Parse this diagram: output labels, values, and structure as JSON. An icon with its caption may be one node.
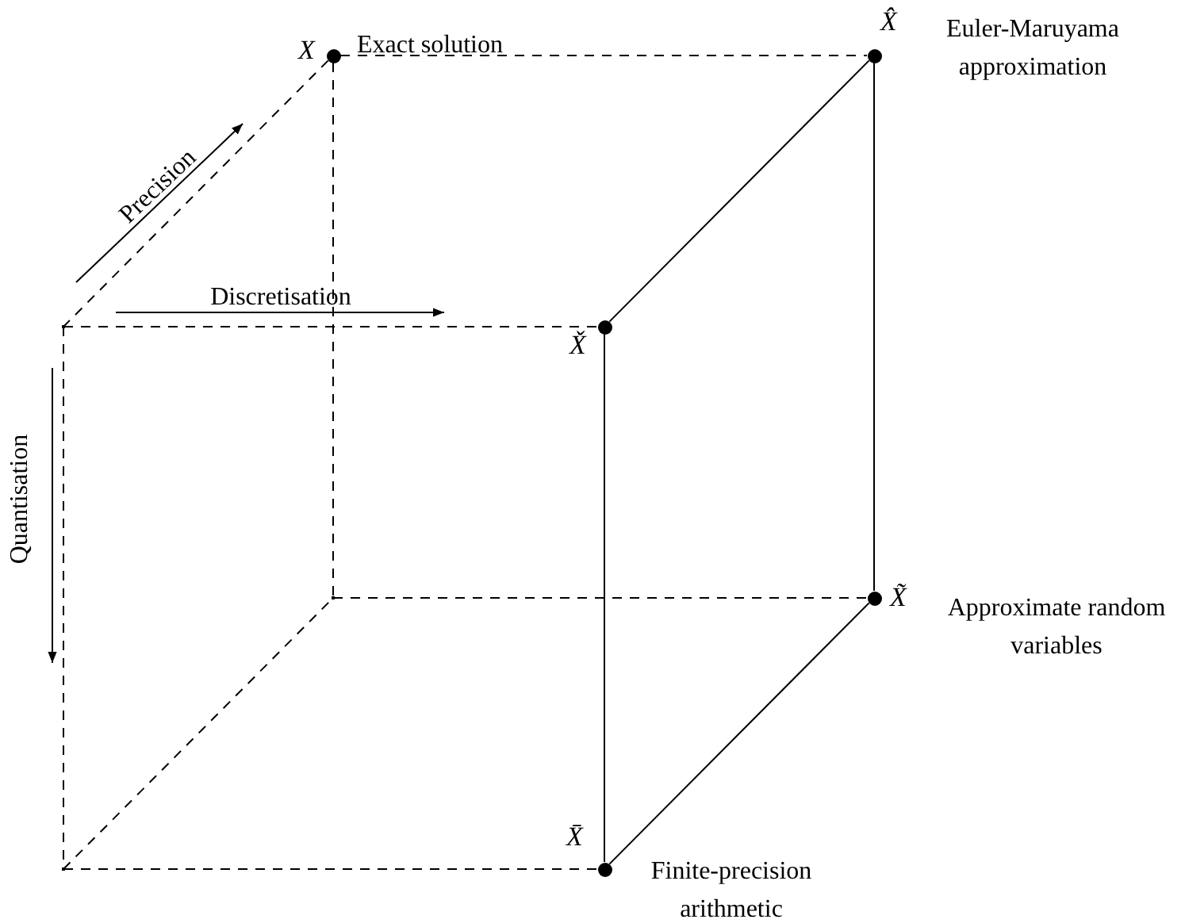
{
  "diagram": {
    "nodes": [
      {
        "text": [
          "X"
        ],
        "beside": [
          "Exact solution"
        ]
      },
      {
        "text": [
          "X̂"
        ],
        "beside": [
          "Euler-Maruyama approximation"
        ]
      },
      {
        "text": [],
        "shape": "corner"
      },
      {
        "text": [
          "X̌"
        ]
      },
      {
        "text": [],
        "shape": "corner"
      },
      {
        "text": [
          "X̃"
        ],
        "beside": [
          "Approximate random variables"
        ]
      },
      {
        "text": [],
        "shape": "corner"
      },
      {
        "text": [
          "X̄"
        ],
        "beside": [
          "Finite-precision arithmetic"
        ]
      }
    ],
    "edges": [
      {
        "from": 0,
        "to": 1,
        "arrow": "none",
        "style": "dashed"
      },
      {
        "from": 0,
        "to": 2,
        "arrow": "none",
        "style": "dashed"
      },
      {
        "from": 0,
        "to": 4,
        "arrow": "none",
        "style": "dashed"
      },
      {
        "from": 2,
        "to": 3,
        "arrow": "none",
        "style": "dashed"
      },
      {
        "from": 1,
        "to": 3,
        "arrow": "none"
      },
      {
        "from": 3,
        "to": 7,
        "arrow": "none"
      },
      {
        "from": 1,
        "to": 5,
        "arrow": "none"
      },
      {
        "from": 5,
        "to": 7,
        "arrow": "none"
      },
      {
        "from": 2,
        "to": 6,
        "arrow": "none",
        "style": "dashed"
      },
      {
        "from": 6,
        "to": 7,
        "arrow": "none",
        "style": "dashed"
      },
      {
        "from": 6,
        "to": 4,
        "arrow": "none",
        "style": "dashed"
      },
      {
        "from": 4,
        "to": 5,
        "arrow": "none",
        "style": "dashed"
      }
    ],
    "labels": [
      "Precision",
      "Discretisation",
      "Quantisation"
    ]
  }
}
